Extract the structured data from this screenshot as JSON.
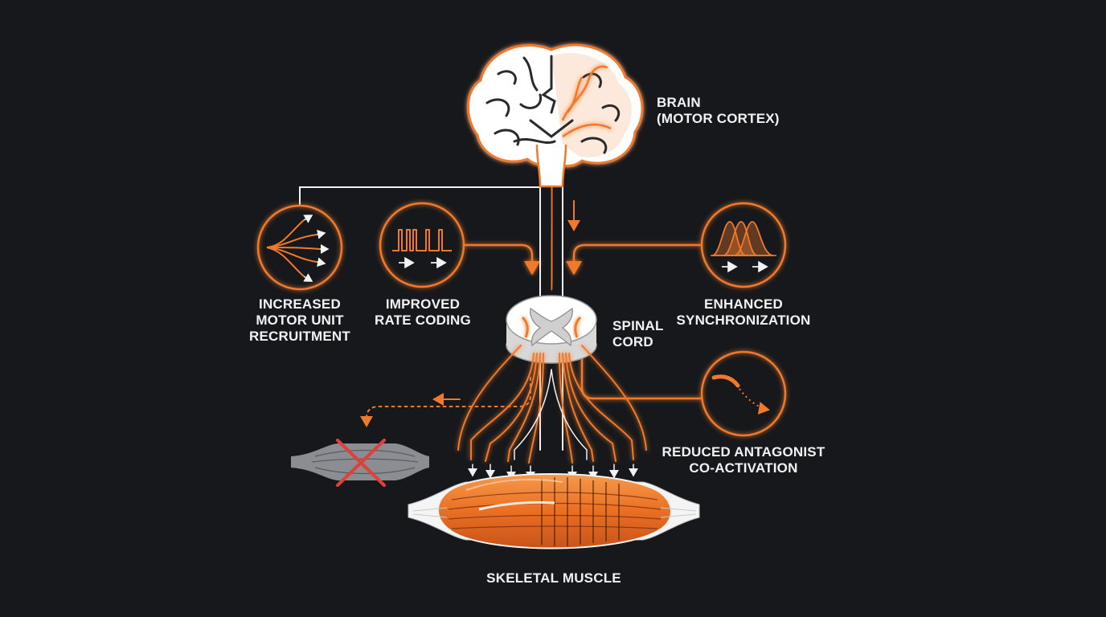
{
  "labels": {
    "brain": "BRAIN\n(MOTOR CORTEX)",
    "spinal_cord": "SPINAL\nCORD",
    "skeletal_muscle": "SKELETAL MUSCLE",
    "recruitment": "INCREASED\nMOTOR UNIT\nRECRUITMENT",
    "rate_coding": "IMPROVED\nRATE CODING",
    "synchronization": "ENHANCED\nSYNCHRONIZATION",
    "antagonist": "REDUCED ANTAGONIST\nCO-ACTIVATION"
  },
  "colors": {
    "background": "#16181c",
    "accent": "#f07a2c",
    "line": "#f2f2f2",
    "cross": "#e0403a",
    "muscle_gray": "#8a8d92"
  },
  "icons": {
    "recruitment": "branching-arrows-icon",
    "rate_coding": "pulse-train-icon",
    "synchronization": "overlapping-waves-icon",
    "antagonist": "dotted-curve-arrow-icon",
    "inhibited_muscle": "crossed-muscle-icon"
  }
}
